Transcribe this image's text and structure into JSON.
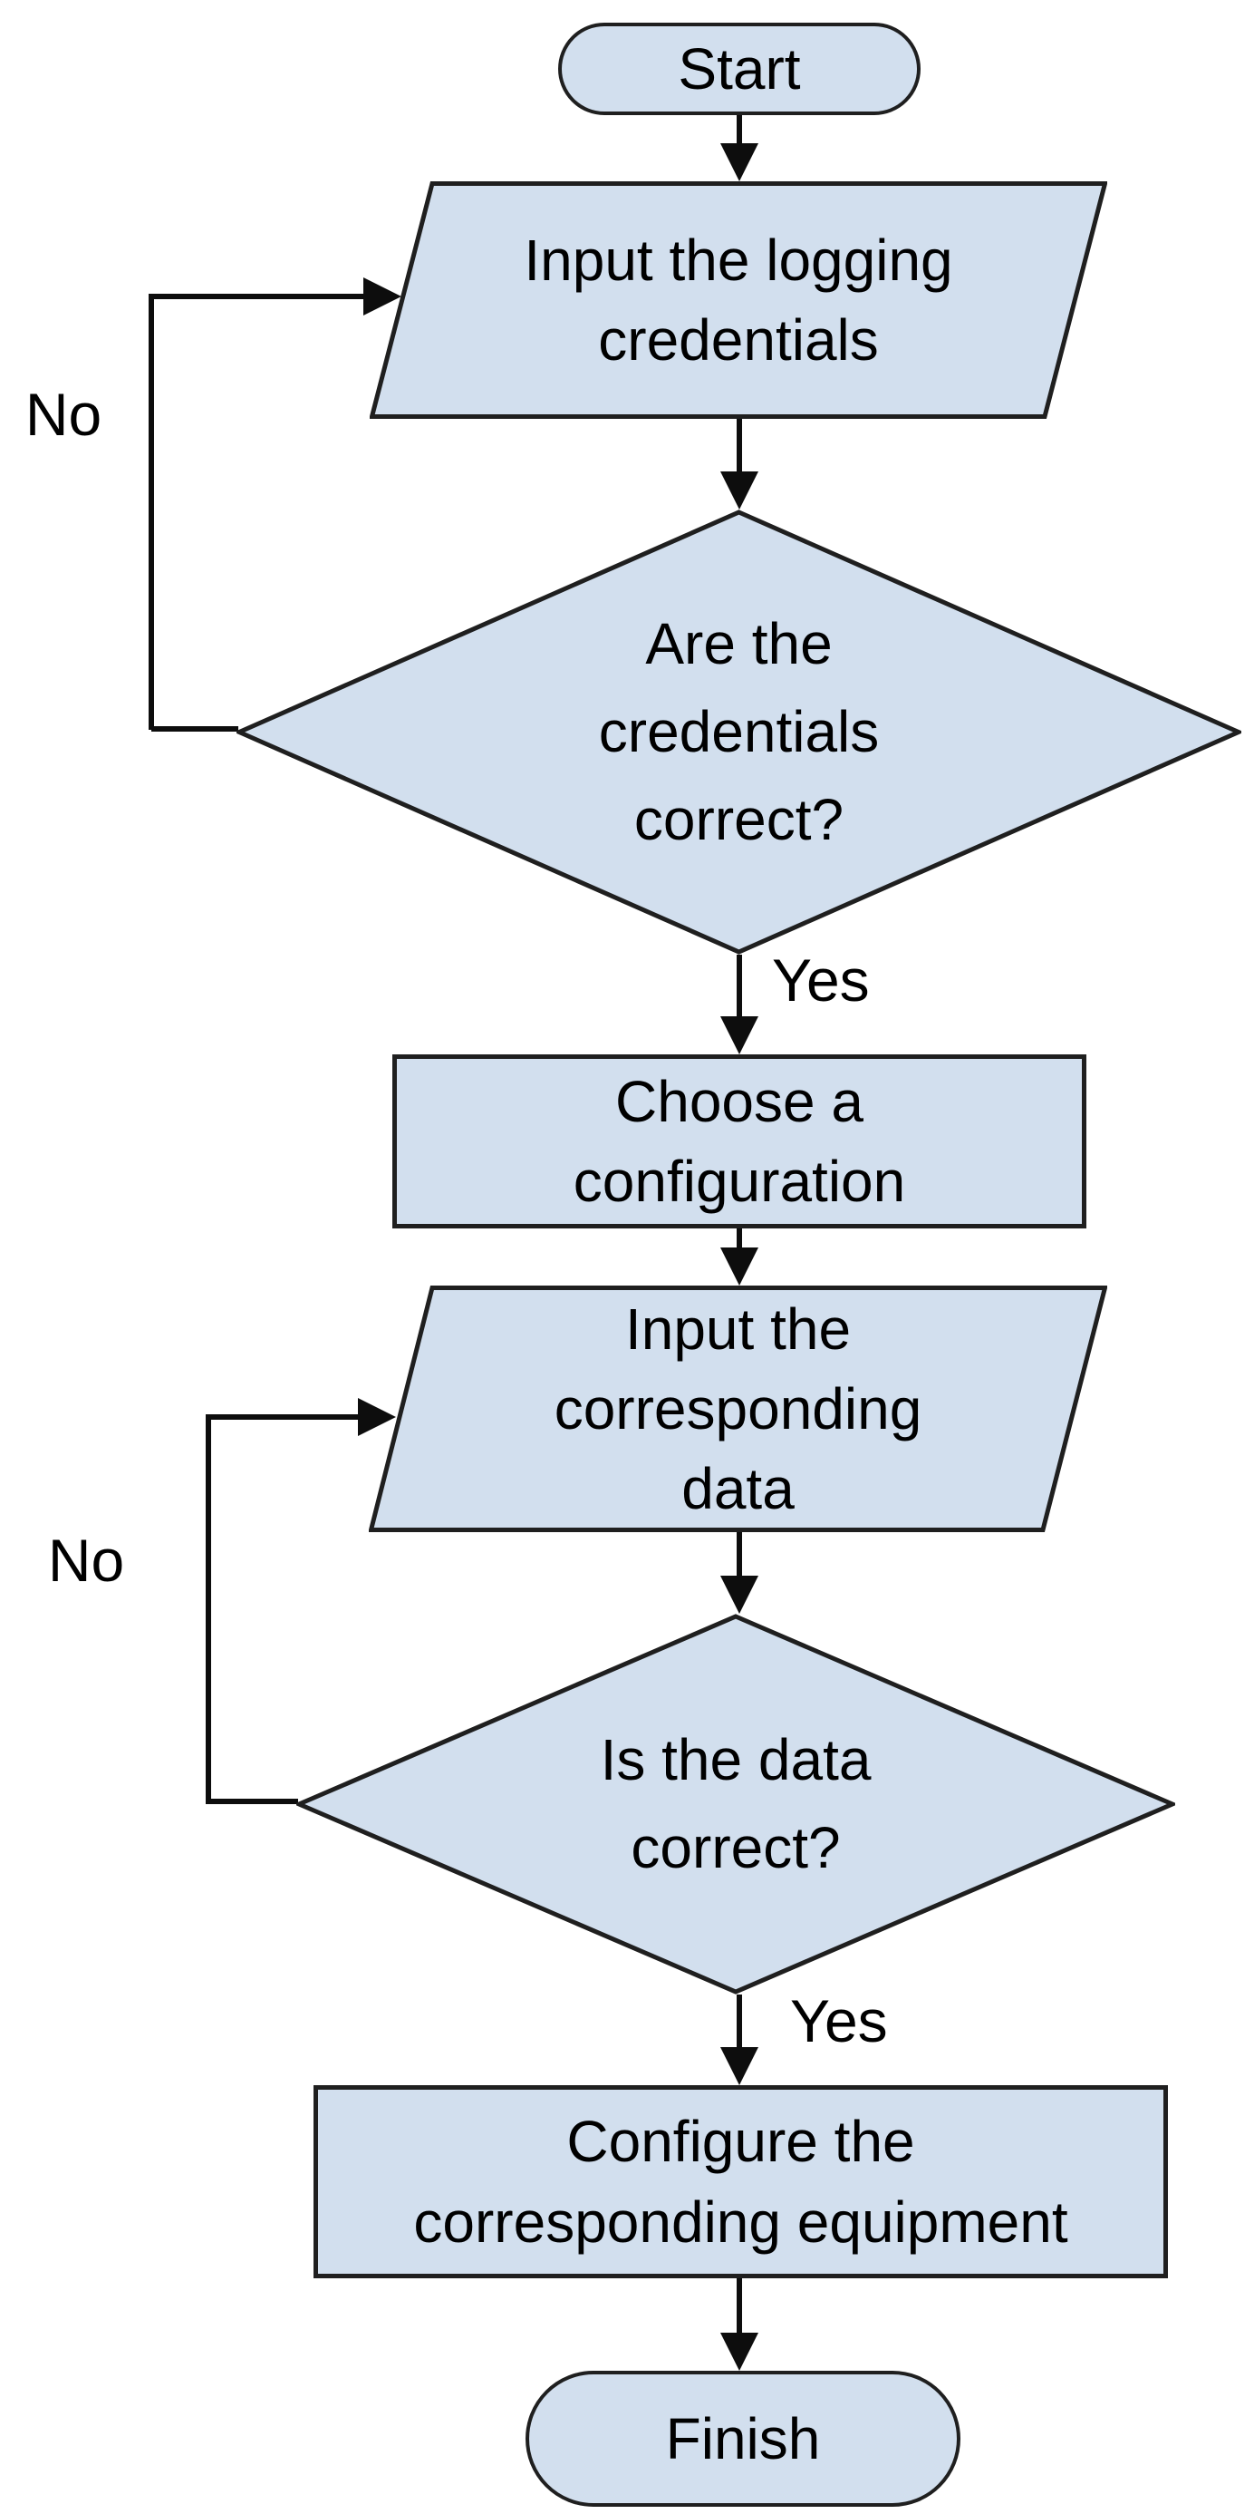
{
  "diagram": {
    "type": "flowchart",
    "colors": {
      "background": "#ffffff",
      "node_fill": "#d2dfee",
      "node_stroke": "#1f1f1f",
      "line_color": "#0d0d0d",
      "text_color": "#000000"
    },
    "nodes": {
      "start": {
        "type": "terminator",
        "label": "Start"
      },
      "input_credentials": {
        "type": "input-output",
        "label": "Input the logging\ncredentials"
      },
      "credentials_correct": {
        "type": "decision",
        "label": "Are the\ncredentials\ncorrect?"
      },
      "choose_configuration": {
        "type": "process",
        "label": "Choose a\nconfiguration"
      },
      "input_data": {
        "type": "input-output",
        "label": "Input the\ncorresponding\ndata"
      },
      "data_correct": {
        "type": "decision",
        "label": "Is the data\ncorrect?"
      },
      "configure_equipment": {
        "type": "process",
        "label": "Configure the\ncorresponding equipment"
      },
      "finish": {
        "type": "terminator",
        "label": "Finish"
      }
    },
    "edges": {
      "credentials_no": {
        "label": "No",
        "from": "credentials_correct",
        "to": "input_credentials"
      },
      "credentials_yes": {
        "label": "Yes",
        "from": "credentials_correct",
        "to": "choose_configuration"
      },
      "data_no": {
        "label": "No",
        "from": "data_correct",
        "to": "input_data"
      },
      "data_yes": {
        "label": "Yes",
        "from": "data_correct",
        "to": "configure_equipment"
      }
    }
  }
}
